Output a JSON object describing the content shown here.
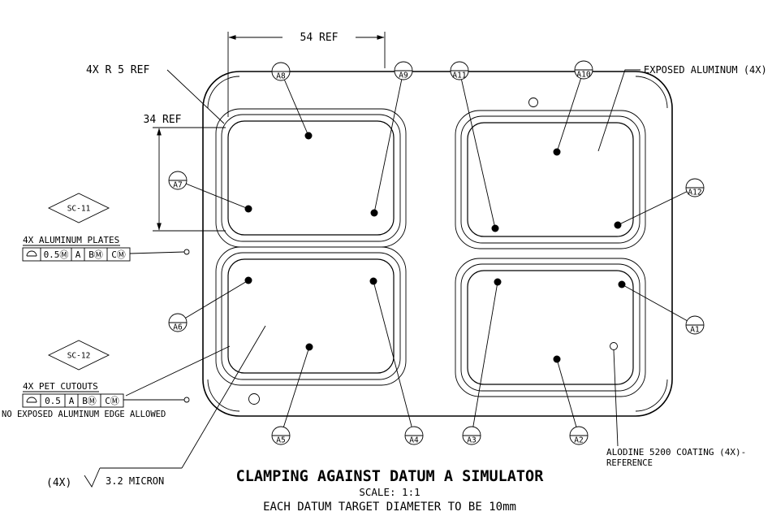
{
  "colors": {
    "plate_fill": "#f28181",
    "line": "#000000",
    "background": "#ffffff"
  },
  "dimensions": {
    "width_ref": "54 REF",
    "height_ref": "34 REF",
    "corner_radius_note": "4X R 5 REF"
  },
  "callouts": {
    "exposed_aluminum": "EXPOSED ALUMINUM (4X)",
    "aluminum_plates_label": "4X ALUMINUM PLATES",
    "pet_cutouts_label": "4X PET CUTOUTS",
    "no_exposed_edge_note": "NO EXPOSED ALUMINUM EDGE ALLOWED",
    "surface_finish_qty": "(4X)",
    "surface_finish_value": "3.2 MICRON",
    "alodine_line1": "ALODINE 5200 COATING (4X)-",
    "alodine_line2": "REFERENCE",
    "flag_sc11": "SC-11",
    "flag_sc12": "SC-12"
  },
  "fcf_aluminum_plates": {
    "tolerance": "0.5Ⓜ",
    "datum1": "A",
    "datum2": "BⓂ",
    "datum3": "CⓂ"
  },
  "fcf_pet_cutouts": {
    "tolerance": "0.5",
    "datum1": "A",
    "datum2": "BⓂ",
    "datum3": "CⓂ"
  },
  "datum_targets": [
    {
      "label": "A1"
    },
    {
      "label": "A2"
    },
    {
      "label": "A3"
    },
    {
      "label": "A4"
    },
    {
      "label": "A5"
    },
    {
      "label": "A6"
    },
    {
      "label": "A7"
    },
    {
      "label": "A8"
    },
    {
      "label": "A9"
    },
    {
      "label": "A10"
    },
    {
      "label": "A11"
    },
    {
      "label": "A12"
    }
  ],
  "title_block": {
    "title": "CLAMPING AGAINST DATUM A SIMULATOR",
    "scale": "SCALE: 1:1",
    "note": "EACH DATUM TARGET DIAMETER TO BE 10mm"
  }
}
